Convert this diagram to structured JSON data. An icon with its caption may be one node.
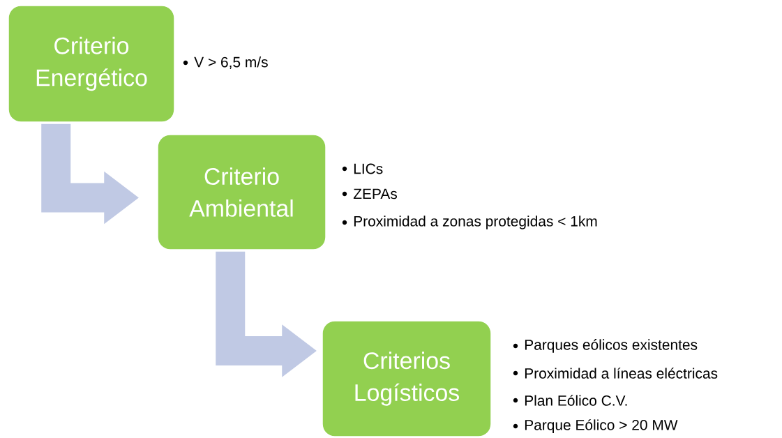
{
  "diagram": {
    "nodes": [
      {
        "text": [
          "Criterio Energético"
        ],
        "beside": [
          "V > 6,5 m/s"
        ]
      },
      {
        "text": [
          "Criterio Ambiental"
        ],
        "beside": [
          "LICs",
          "ZEPAs",
          "Proximidad a zonas protegidas < 1km"
        ]
      },
      {
        "text": [
          "Criterios Logísticos"
        ],
        "beside": [
          "Parques eólicos existentes",
          "Proximidad a líneas eléctricas",
          "Plan Eólico C.V.",
          "Parque Eólico >  20 MW"
        ]
      }
    ],
    "edges": [
      {
        "from": 0,
        "to": 1,
        "arrow": "to"
      },
      {
        "from": 1,
        "to": 2,
        "arrow": "to"
      }
    ]
  }
}
